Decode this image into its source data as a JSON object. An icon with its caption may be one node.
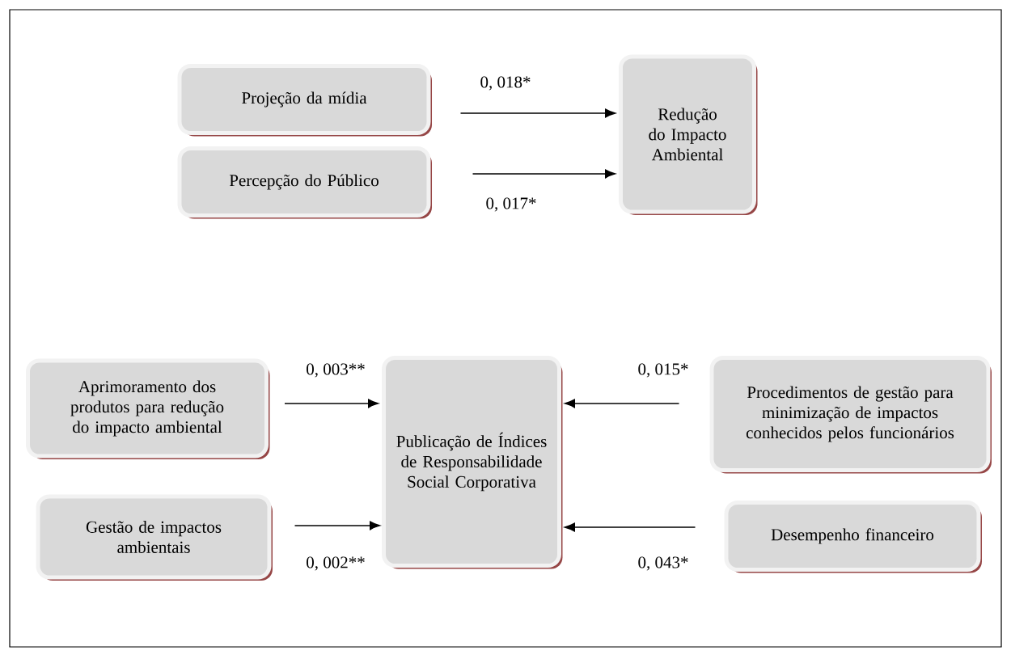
{
  "diagram": {
    "nodes": [
      {
        "text": [
          "Projeção da mídia"
        ]
      },
      {
        "text": [
          "Percepção do Público"
        ]
      },
      {
        "text": [
          "Redução do Impacto Ambiental"
        ]
      },
      {
        "text": [
          "Aprimoramento dos produtos para redução do impacto ambiental"
        ]
      },
      {
        "text": [
          "Gestão de impactos ambientais"
        ]
      },
      {
        "text": [
          "Publicação de Índices de Responsabilidade Social Corporativa"
        ]
      },
      {
        "text": [
          "Procedimentos de gestão para minimização de impactos conhecidos pelos funcionários"
        ]
      },
      {
        "text": [
          "Desempenho financeiro"
        ]
      }
    ],
    "edges": [
      {
        "from": 0,
        "to": 2,
        "arrow": "to",
        "label": "0, 018*"
      },
      {
        "from": 1,
        "to": 2,
        "arrow": "to",
        "label": "0, 017*"
      },
      {
        "from": 3,
        "to": 5,
        "arrow": "to",
        "label": "0, 003**"
      },
      {
        "from": 4,
        "to": 5,
        "arrow": "to",
        "label": "0, 002**"
      },
      {
        "from": 6,
        "to": 5,
        "arrow": "to",
        "label": "0, 015*"
      },
      {
        "from": 7,
        "to": 5,
        "arrow": "to",
        "label": "0, 043*"
      }
    ]
  }
}
